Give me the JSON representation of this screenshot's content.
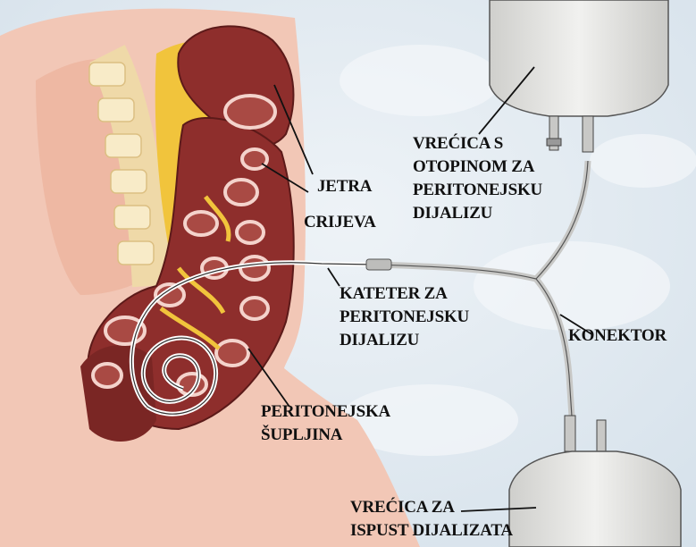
{
  "labels": {
    "bag_top": [
      "VREĆICA S",
      "OTOPINOM ZA",
      "PERITONEJSKU",
      "DIJALIZU"
    ],
    "liver": "JETRA",
    "intestines": "CRIJEVA",
    "catheter": [
      "KATETER ZA",
      "PERITONEJSKU",
      "DIJALIZU"
    ],
    "connector": "KONEKTOR",
    "cavity": [
      "PERITONEJSKA",
      "ŠUPLJINA"
    ],
    "bag_bottom": [
      "VREĆICA ZA",
      "ISPUST DIJALIZATA"
    ]
  },
  "colors": {
    "sky": "#dfe8f0",
    "skin": "#f2c7b6",
    "organ": "#8e2e2c",
    "fat": "#f1c43c",
    "bag": "#e4e4e2"
  }
}
